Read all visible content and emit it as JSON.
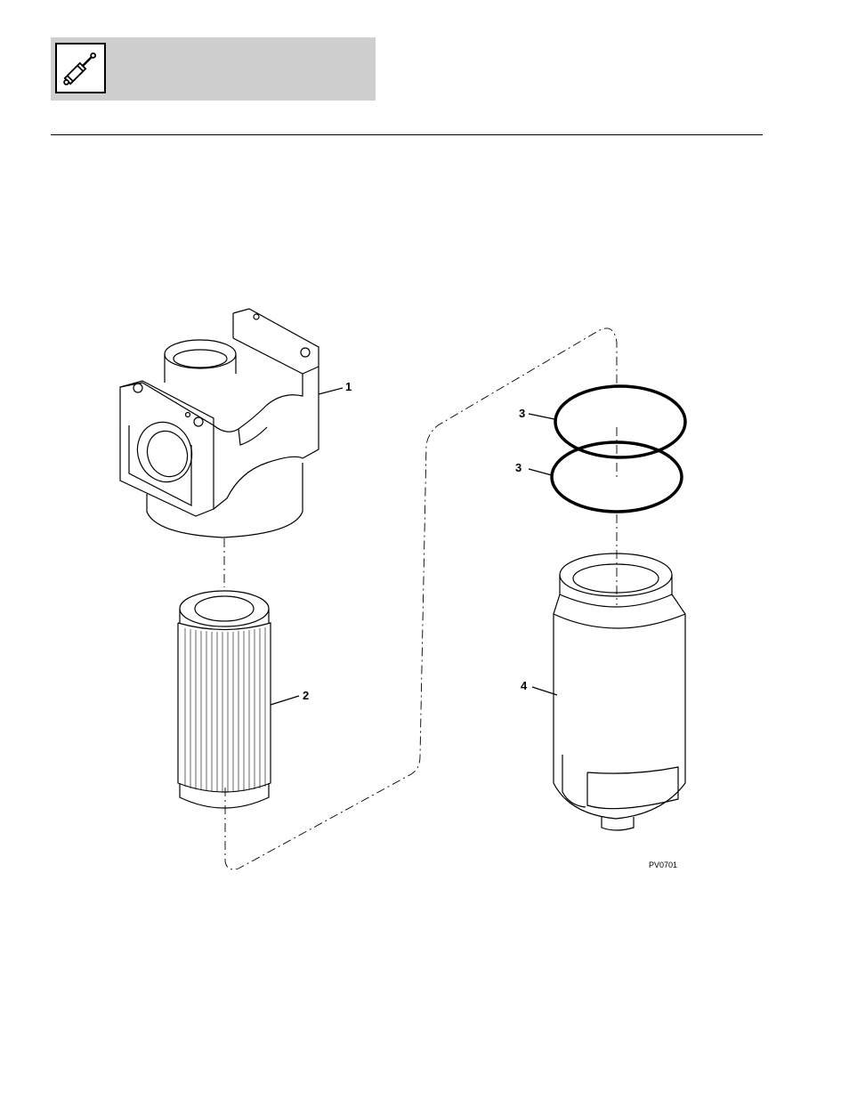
{
  "header": {
    "icon": "hydraulic-cylinder-icon"
  },
  "figure": {
    "figure_code": "PV0701",
    "callouts": [
      {
        "label": "1"
      },
      {
        "label": "2"
      },
      {
        "label": "3"
      },
      {
        "label": "3"
      },
      {
        "label": "4"
      }
    ]
  }
}
